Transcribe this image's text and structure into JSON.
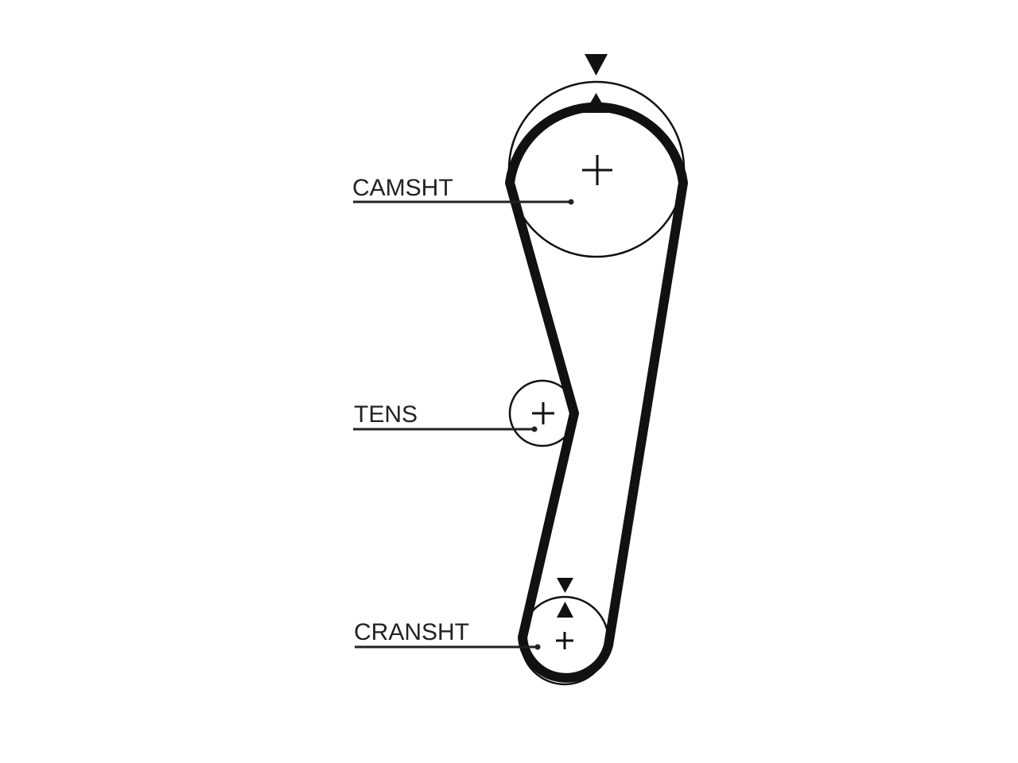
{
  "labels": {
    "camshaft": "CAMSHT",
    "tensioner": "TENS",
    "crankshaft": "CRANSHT"
  },
  "colors": {
    "line": "#111111",
    "background": "#ffffff"
  }
}
